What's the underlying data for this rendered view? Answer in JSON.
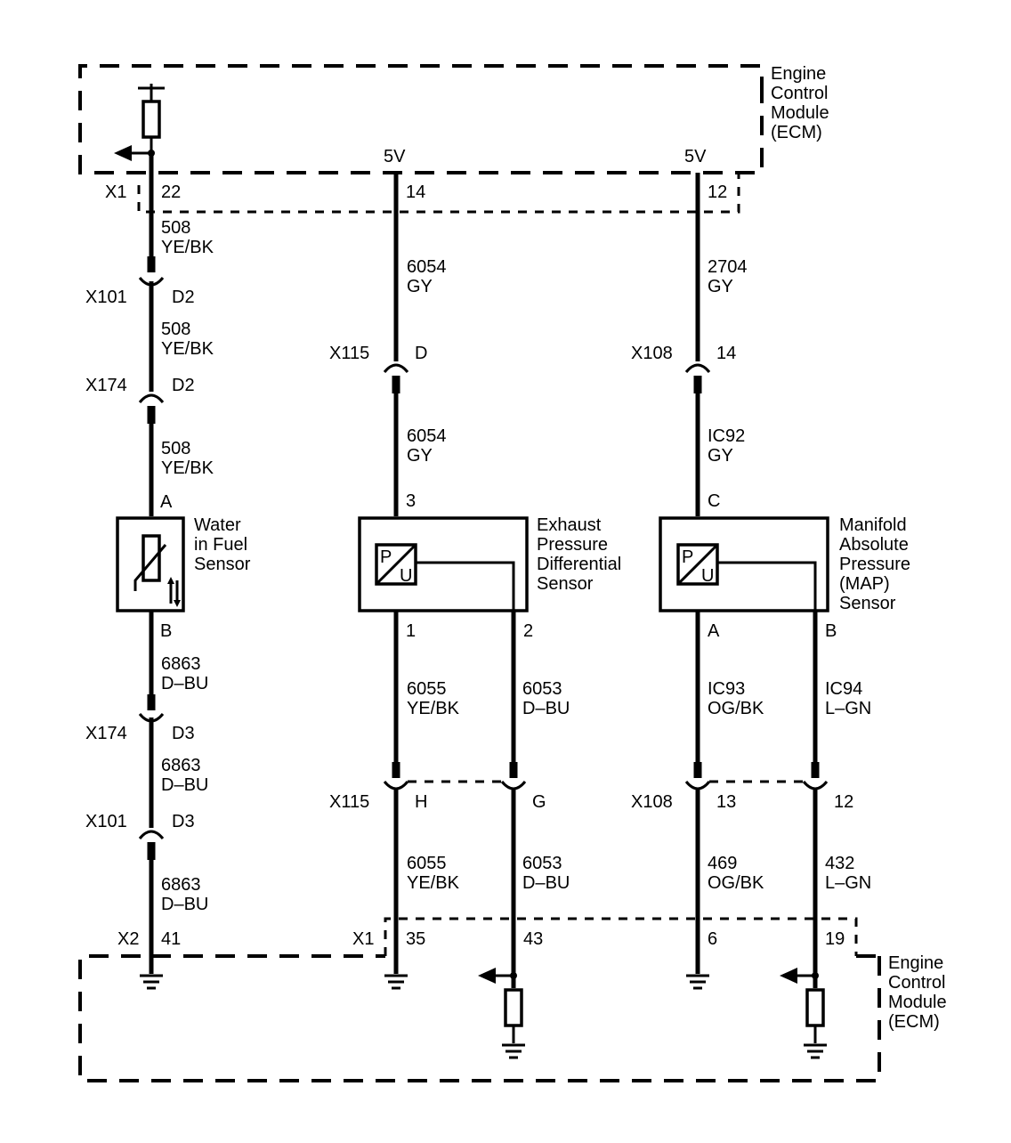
{
  "ecm_top": {
    "lines": [
      "Engine",
      "Control",
      "Module",
      "(ECM)"
    ]
  },
  "ecm_bottom": {
    "lines": [
      "Engine",
      "Control",
      "Module",
      "(ECM)"
    ]
  },
  "supplies": {
    "v_left": "5V",
    "v_right": "5V"
  },
  "connectors": {
    "x1_top": "X1",
    "x2": "X2",
    "x1_bottom": "X1",
    "x101_d2": "X101",
    "x174_d2": "X174",
    "x174_d3": "X174",
    "x101_d3": "X101",
    "x115_upper": "X115",
    "x115_lower": "X115",
    "x108_upper": "X108",
    "x108_lower": "X108"
  },
  "pins": {
    "ecm_22": "22",
    "ecm_14": "14",
    "ecm_12": "12",
    "x101_d2": "D2",
    "x174_d2": "D2",
    "x174_d3": "D3",
    "x101_d3": "D3",
    "x115_d": "D",
    "x108_14": "14",
    "x115_h": "H",
    "x115_g": "G",
    "x108_13": "13",
    "x108_12": "12",
    "ecm_41": "41",
    "ecm_35": "35",
    "ecm_43": "43",
    "ecm_6": "6",
    "ecm_19": "19"
  },
  "wires": {
    "w508_a": {
      "circuit": "508",
      "color": "YE/BK"
    },
    "w508_b": {
      "circuit": "508",
      "color": "YE/BK"
    },
    "w508_c": {
      "circuit": "508",
      "color": "YE/BK"
    },
    "w6863_a": {
      "circuit": "6863",
      "color": "D–BU"
    },
    "w6863_b": {
      "circuit": "6863",
      "color": "D–BU"
    },
    "w6863_c": {
      "circuit": "6863",
      "color": "D–BU"
    },
    "w6054_a": {
      "circuit": "6054",
      "color": "GY"
    },
    "w6054_b": {
      "circuit": "6054",
      "color": "GY"
    },
    "w6055_a": {
      "circuit": "6055",
      "color": "YE/BK"
    },
    "w6055_b": {
      "circuit": "6055",
      "color": "YE/BK"
    },
    "w6053_a": {
      "circuit": "6053",
      "color": "D–BU"
    },
    "w6053_b": {
      "circuit": "6053",
      "color": "D–BU"
    },
    "w2704": {
      "circuit": "2704",
      "color": "GY"
    },
    "wic92": {
      "circuit": "IC92",
      "color": "GY"
    },
    "wic93": {
      "circuit": "IC93",
      "color": "OG/BK"
    },
    "w469": {
      "circuit": "469",
      "color": "OG/BK"
    },
    "wic94": {
      "circuit": "IC94",
      "color": "L–GN"
    },
    "w432": {
      "circuit": "432",
      "color": "L–GN"
    }
  },
  "sensors": {
    "water_in_fuel": {
      "lines": [
        "Water",
        "in Fuel",
        "Sensor"
      ],
      "pin_top": "A",
      "pin_bottom": "B"
    },
    "exhaust_pressure": {
      "lines": [
        "Exhaust",
        "Pressure",
        "Differential",
        "Sensor"
      ],
      "pin_top": "3",
      "pin_1": "1",
      "pin_2": "2"
    },
    "map": {
      "lines": [
        "Manifold",
        "Absolute",
        "Pressure",
        "(MAP)",
        "Sensor"
      ],
      "pin_top": "C",
      "pin_a": "A",
      "pin_b": "B"
    }
  },
  "transducer_glyph": {
    "p": "P",
    "u": "U"
  }
}
